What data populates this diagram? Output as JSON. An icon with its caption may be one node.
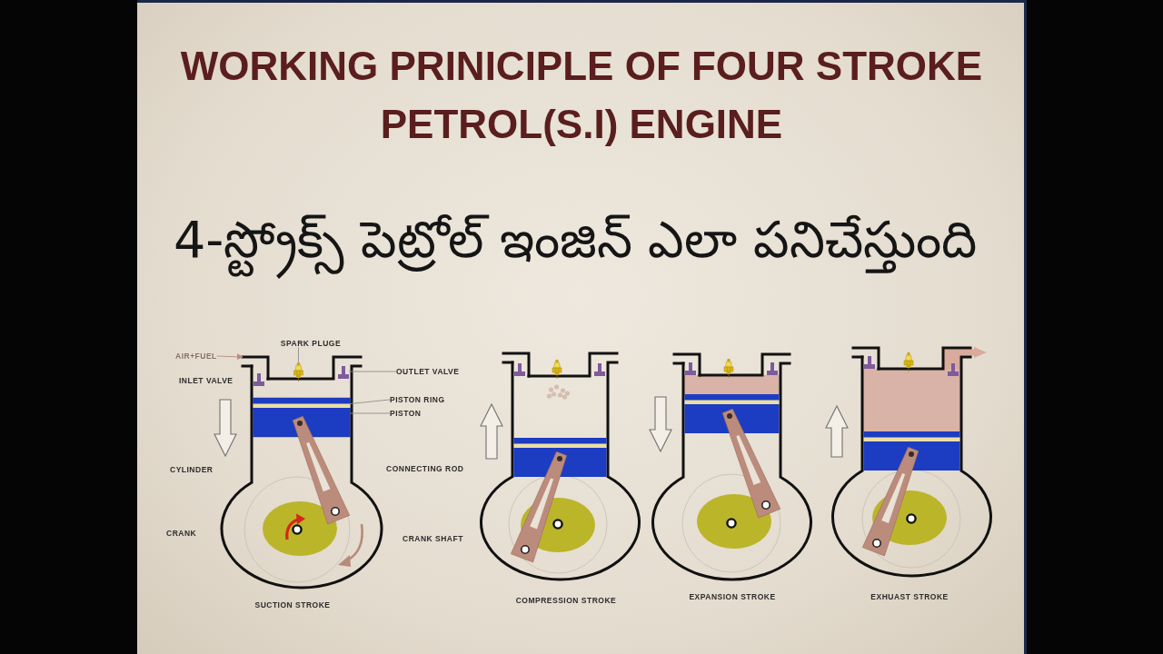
{
  "diagram": {
    "title": "WORKING PRINICIPLE OF FOUR STROKE PETROL(S.I) ENGINE",
    "nodes": [
      {
        "text": [
          "SPARK PLUGE"
        ]
      },
      {
        "text": [
          "AIR+FUEL"
        ]
      },
      {
        "text": [
          "OUTLET VALVE"
        ]
      },
      {
        "text": [
          "PISTON RING"
        ]
      },
      {
        "text": [
          "PISTON"
        ]
      },
      {
        "text": [],
        "shape": "picture"
      },
      {
        "text": [],
        "shape": "picture"
      },
      {
        "text": [],
        "shape": "picture"
      },
      {
        "text": [],
        "shape": "box"
      },
      {
        "text": [],
        "shape": "bar",
        "in": 8
      }
    ],
    "edges": [
      {
        "from": 1,
        "to": 5,
        "arrow": "to",
        "color": "#b98c7f"
      },
      {
        "from": 0,
        "to": 6,
        "arrow": "none"
      },
      {
        "from": 2,
        "to": 7,
        "arrow": "none"
      },
      {
        "from": 3,
        "to": 9,
        "arrow": "none"
      },
      {
        "from": 4,
        "to": 8,
        "arrow": "none"
      }
    ],
    "labels": [
      "4-స్ట్రోక్స్ పెట్రోల్ ఇంజిన్ ఎలా పనిచేస్తుంది",
      "INLET VALVE",
      "CYLINDER",
      "CONNECTING ROD",
      "CRANK",
      "CRANK SHAFT",
      "SUCTION STROKE",
      "COMPRESSION STROKE",
      "EXPANSION STROKE",
      "EXHUAST STROKE"
    ]
  }
}
